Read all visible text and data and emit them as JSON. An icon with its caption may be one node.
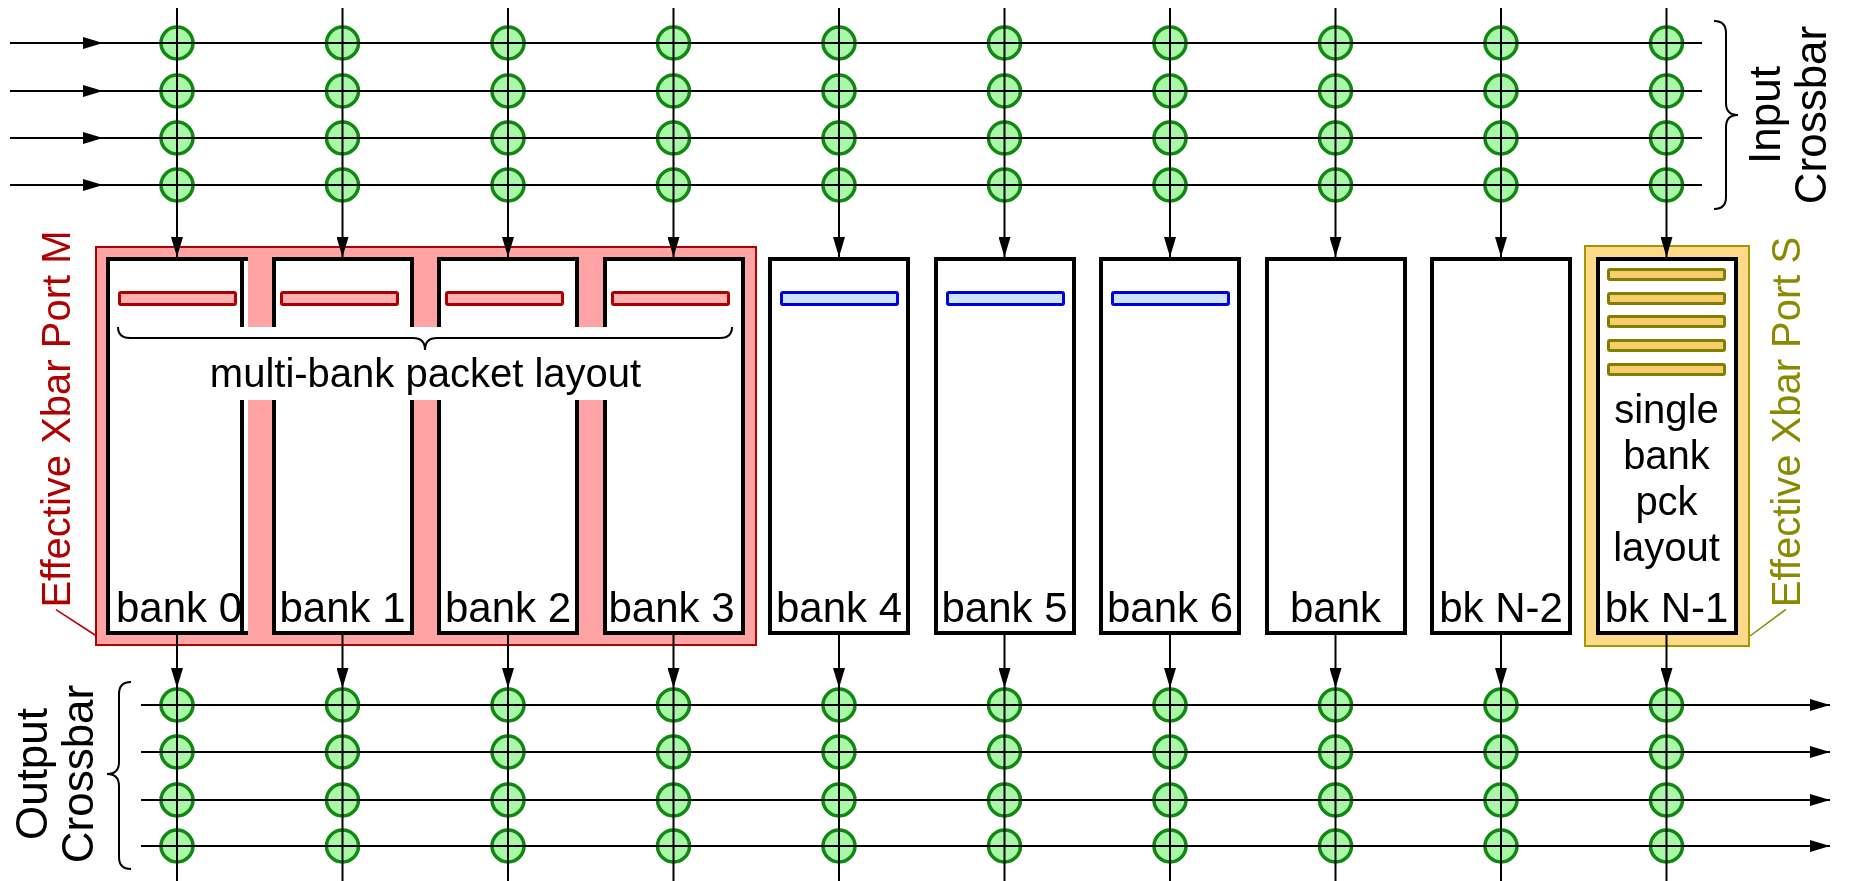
{
  "diagram": {
    "nodes": [
      {
        "text": [
          "Effective Xbar Port M"
        ]
      },
      {
        "text": [],
        "shape": "box"
      },
      {
        "text": [
          "bank 0"
        ],
        "in": 1
      },
      {
        "text": [],
        "shape": "bar",
        "in": 2
      },
      {
        "text": [
          "bank 1"
        ],
        "in": 1
      },
      {
        "text": [],
        "shape": "bar",
        "in": 4
      },
      {
        "text": [
          "bank 2"
        ],
        "in": 1
      },
      {
        "text": [],
        "shape": "bar",
        "in": 6
      },
      {
        "text": [
          "bank 3"
        ],
        "in": 1
      },
      {
        "text": [],
        "shape": "bar",
        "in": 8
      },
      {
        "text": [
          "bank 4"
        ]
      },
      {
        "text": [],
        "shape": "bar",
        "in": 10
      },
      {
        "text": [
          "bank 5"
        ]
      },
      {
        "text": [],
        "shape": "bar",
        "in": 12
      },
      {
        "text": [
          "bank 6"
        ]
      },
      {
        "text": [],
        "shape": "bar",
        "in": 14
      },
      {
        "text": [
          "bank"
        ]
      },
      {
        "text": [
          "bk N-2"
        ]
      },
      {
        "text": [],
        "shape": "box"
      },
      {
        "text": [
          "single bank pck layout",
          "bk N-1"
        ],
        "in": 18
      },
      {
        "text": [],
        "shape": "bar",
        "in": 19
      },
      {
        "text": [],
        "shape": "bar",
        "in": 19
      },
      {
        "text": [],
        "shape": "bar",
        "in": 19
      },
      {
        "text": [],
        "shape": "bar",
        "in": 19
      },
      {
        "text": [],
        "shape": "bar",
        "in": 19
      },
      {
        "text": [
          "Effective Xbar Port S"
        ]
      }
    ],
    "edges": [
      {
        "from": 0,
        "to": 1,
        "arrow": "none",
        "color": "#b00000"
      },
      {
        "from": 25,
        "to": 18,
        "arrow": "none",
        "color": "#8a8a00"
      },
      {
        "from": null,
        "to": 2,
        "arrow": "to"
      },
      {
        "from": null,
        "to": 4,
        "arrow": "to"
      },
      {
        "from": null,
        "to": 6,
        "arrow": "to"
      },
      {
        "from": null,
        "to": 8,
        "arrow": "to"
      },
      {
        "from": null,
        "to": 10,
        "arrow": "to"
      },
      {
        "from": null,
        "to": 12,
        "arrow": "to"
      },
      {
        "from": null,
        "to": 14,
        "arrow": "to"
      },
      {
        "from": null,
        "to": 16,
        "arrow": "to"
      },
      {
        "from": null,
        "to": 17,
        "arrow": "to"
      },
      {
        "from": null,
        "to": 19,
        "arrow": "to"
      },
      {
        "from": 2,
        "to": null,
        "arrow": "to"
      },
      {
        "from": 4,
        "to": null,
        "arrow": "to"
      },
      {
        "from": 6,
        "to": null,
        "arrow": "to"
      },
      {
        "from": 8,
        "to": null,
        "arrow": "to"
      },
      {
        "from": 10,
        "to": null,
        "arrow": "to"
      },
      {
        "from": 12,
        "to": null,
        "arrow": "to"
      },
      {
        "from": 14,
        "to": null,
        "arrow": "to"
      },
      {
        "from": 16,
        "to": null,
        "arrow": "to"
      },
      {
        "from": 17,
        "to": null,
        "arrow": "to"
      },
      {
        "from": 19,
        "to": null,
        "arrow": "to"
      }
    ],
    "labels": [
      "multi-bank packet layout",
      "Input Crossbar",
      "Output Crossbar"
    ]
  }
}
